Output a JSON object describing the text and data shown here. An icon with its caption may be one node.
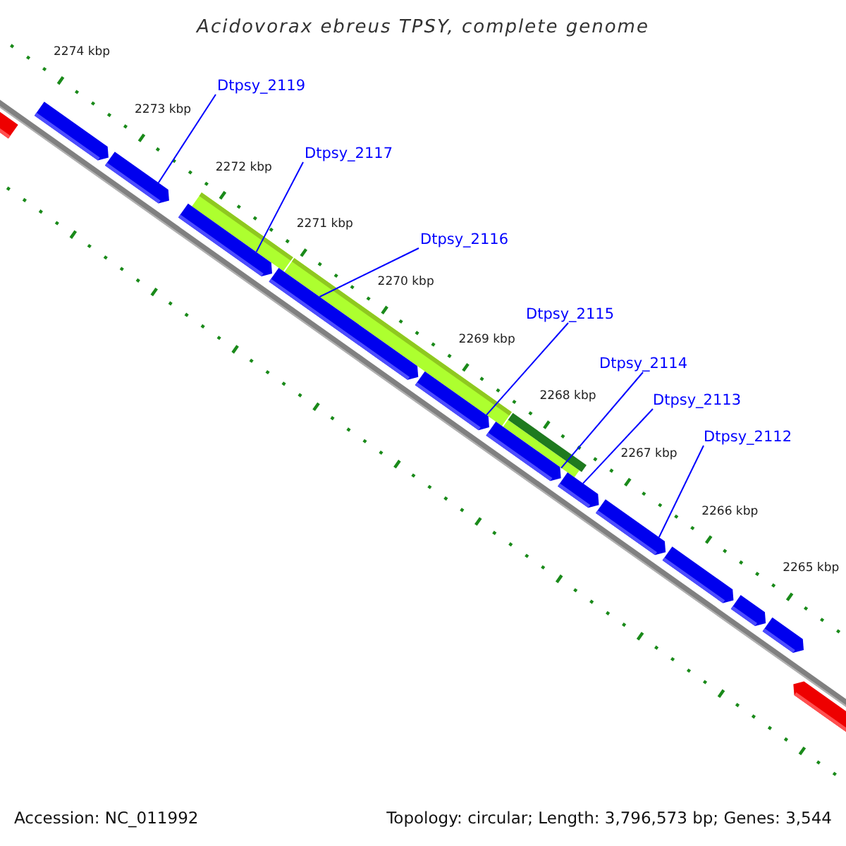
{
  "diagram": {
    "title": "Acidovorax ebreus TPSY, complete genome",
    "nodes": [
      {
        "text": [
          "Dtpsy_2119"
        ]
      },
      {
        "text": [
          "Dtpsy_2117"
        ]
      },
      {
        "text": [
          "Dtpsy_2116"
        ]
      },
      {
        "text": [
          "Dtpsy_2115"
        ]
      },
      {
        "text": [
          "Dtpsy_2114"
        ]
      },
      {
        "text": [
          "Dtpsy_2113"
        ]
      },
      {
        "text": [
          "Dtpsy_2112"
        ]
      },
      {
        "text": [],
        "shape": "pentagon"
      },
      {
        "text": [],
        "shape": "pentagon"
      },
      {
        "text": [],
        "shape": "pentagon"
      },
      {
        "text": [],
        "shape": "pentagon"
      },
      {
        "text": [],
        "shape": "pentagon"
      },
      {
        "text": [],
        "shape": "pentagon"
      },
      {
        "text": [],
        "shape": "pentagon"
      },
      {
        "text": [],
        "shape": "pentagon"
      },
      {
        "text": [],
        "shape": "pentagon"
      },
      {
        "text": [],
        "shape": "pentagon"
      },
      {
        "text": [],
        "shape": "pentagon"
      },
      {
        "text": [],
        "shape": "pentagon"
      },
      {
        "text": [],
        "shape": "pentagon"
      }
    ],
    "edges": [
      {
        "from": 0,
        "to": 8,
        "arrow": "none"
      },
      {
        "from": 1,
        "to": 9,
        "arrow": "none"
      },
      {
        "from": 2,
        "to": 10,
        "arrow": "none"
      },
      {
        "from": 3,
        "to": 11,
        "arrow": "none"
      },
      {
        "from": 4,
        "to": 12,
        "arrow": "none"
      },
      {
        "from": 5,
        "to": 13,
        "arrow": "none"
      },
      {
        "from": 6,
        "to": 14,
        "arrow": "none"
      }
    ],
    "labels": [
      "2274 kbp",
      "2273 kbp",
      "2272 kbp",
      "2271 kbp",
      "2270 kbp",
      "2269 kbp",
      "2268 kbp",
      "2267 kbp",
      "2266 kbp",
      "2265 kbp",
      "Accession: NC_011992",
      "Topology: circular; Length: 3,796,573 bp; Genes: 3,544"
    ]
  }
}
